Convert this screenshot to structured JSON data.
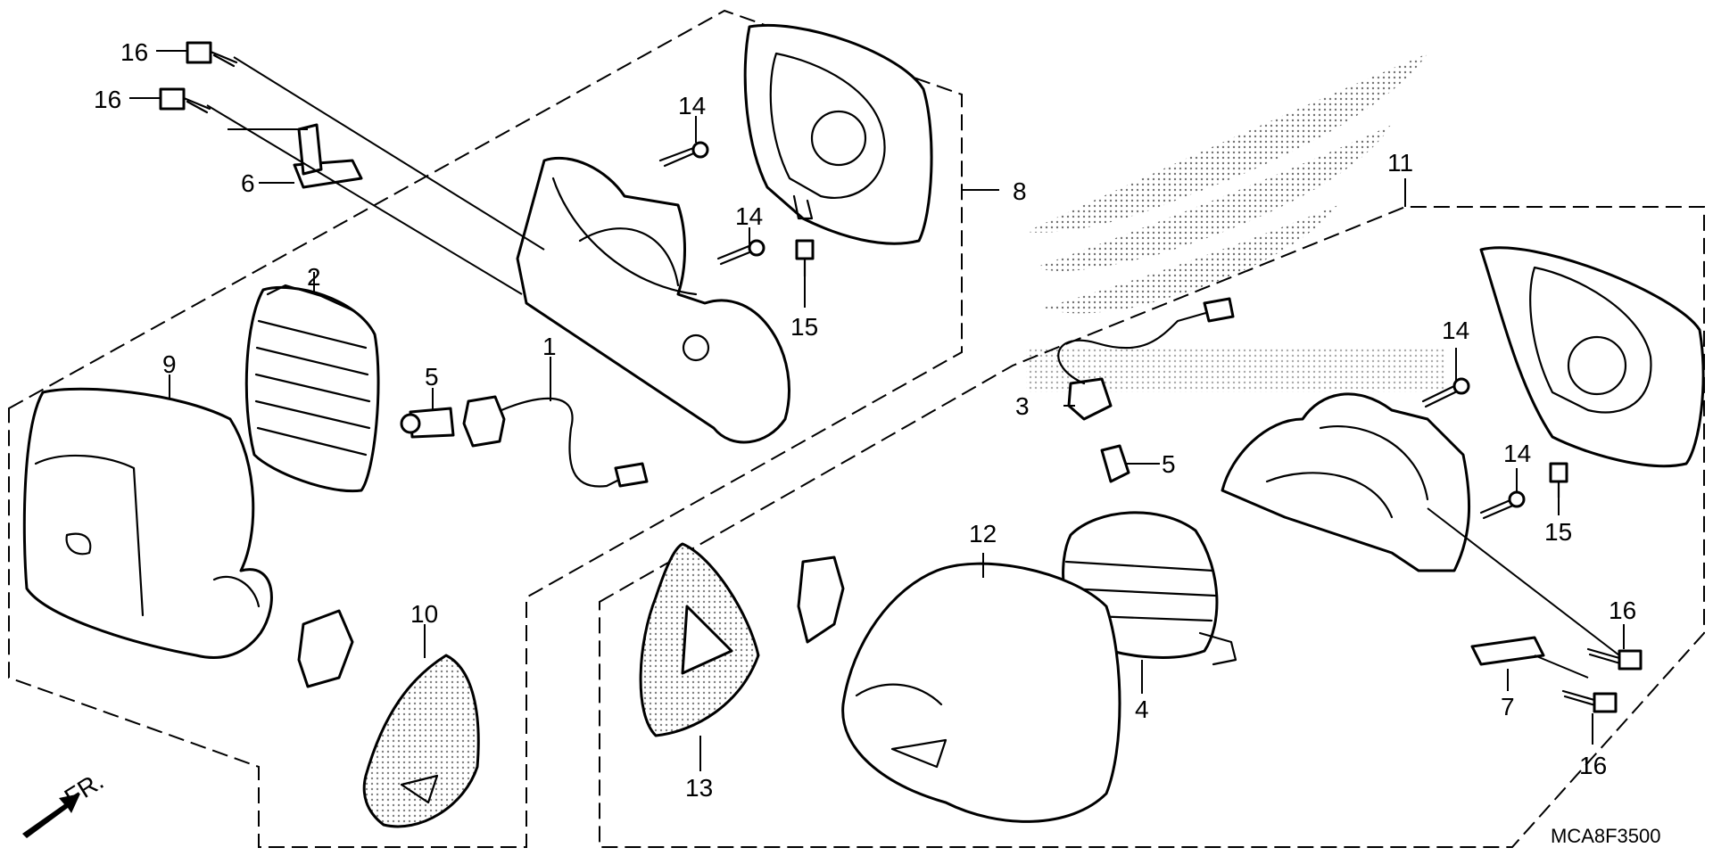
{
  "diagram": {
    "code": "MCA8F3500",
    "direction_label": "FR.",
    "callouts": {
      "c1": "1",
      "c2": "2",
      "c3": "3",
      "c4": "4",
      "c5a": "5",
      "c5b": "5",
      "c6": "6",
      "c7": "7",
      "c8": "8",
      "c9": "9",
      "c10": "10",
      "c11": "11",
      "c12": "12",
      "c13": "13",
      "c14a": "14",
      "c14b": "14",
      "c14c": "14",
      "c14d": "14",
      "c15a": "15",
      "c15b": "15",
      "c16a": "16",
      "c16b": "16",
      "c16c": "16",
      "c16d": "16"
    }
  }
}
